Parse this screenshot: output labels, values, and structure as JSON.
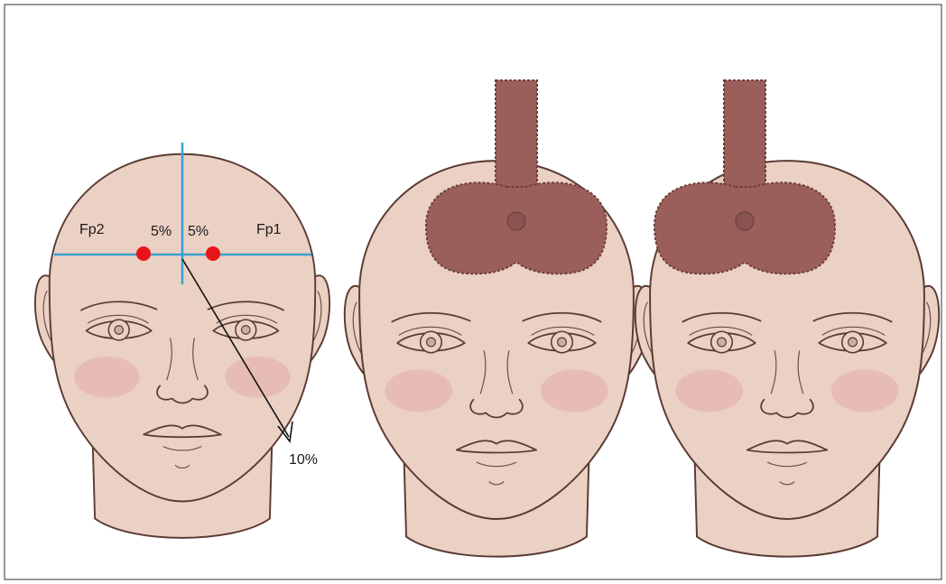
{
  "labels": {
    "fp2": "Fp2",
    "fp1": "Fp1",
    "pct_left": "5%",
    "pct_right": "5%",
    "pct_arrow": "10%"
  },
  "colors": {
    "skin": "#ebd0c4",
    "outline": "#5a3a33",
    "guide_line": "#3aa0d0",
    "electrode_point": "#e8141a",
    "electrode_pad": "#9a5f5b",
    "border": "#333333"
  }
}
